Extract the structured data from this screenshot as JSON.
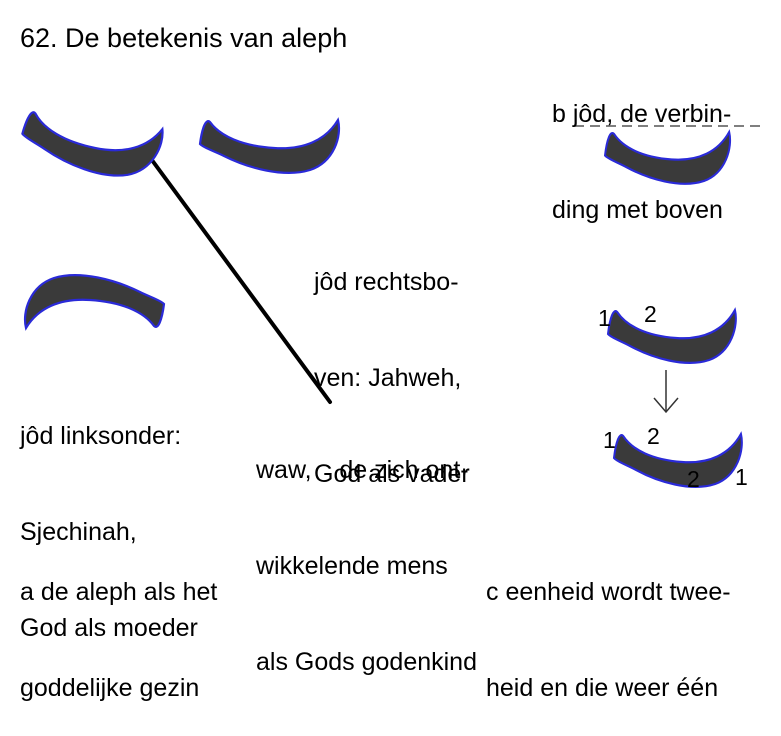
{
  "title": "62. De betekenis van aleph",
  "labels": {
    "yod_upper_right": [
      "jôd rechtsbo-",
      "ven: Jahweh,",
      "God als vader"
    ],
    "yod_lower_left": [
      "jôd linksonder:",
      "Sjechinah,",
      "God als moeder"
    ],
    "waw": [
      "waw,    de zich ont-",
      "wikkelende mens",
      "als Gods godenkind"
    ],
    "panel_b": [
      "b jôd, de verbin-",
      "ding met boven"
    ],
    "caption_a": [
      "a de aleph als het",
      "goddelijke gezin"
    ],
    "caption_c": [
      "c eenheid wordt twee-",
      "heid en die weer één"
    ]
  },
  "markers": {
    "first_top_left": "1",
    "first_top_right": "2",
    "second_top_left": "1",
    "second_top_right": "2",
    "second_bottom_left": "2",
    "second_bottom_right": "1"
  },
  "colors": {
    "shape_fill": "#3a3a3a",
    "shape_outline": "#2a2ad8",
    "line": "#000000",
    "dashed_line": "#555555",
    "arrow": "#333333"
  }
}
